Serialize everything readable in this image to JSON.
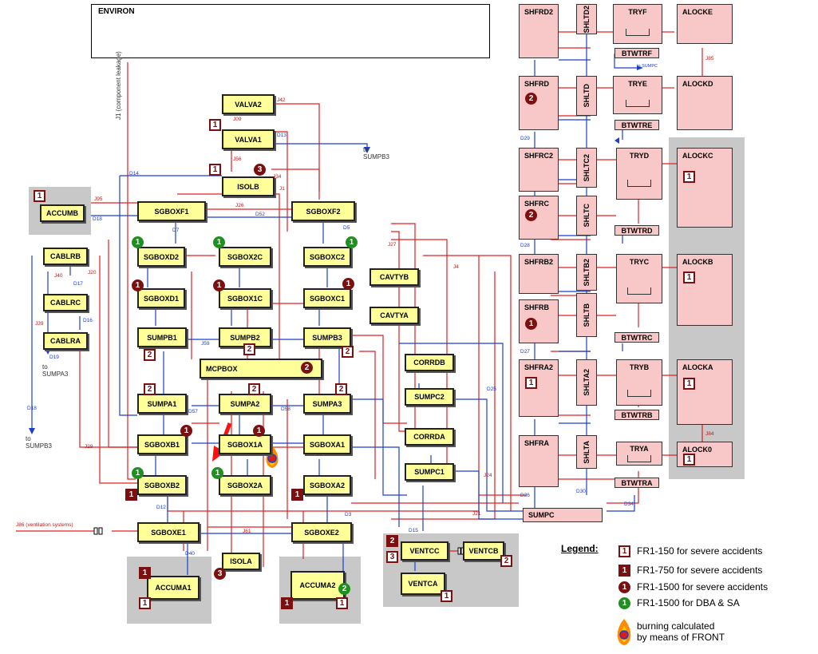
{
  "environ": "ENVIRON",
  "labels": {
    "to_sumpb3": "to\nSUMPB3",
    "to_sumpa3": "to\nSUMPA3",
    "to_sumpb3_b": "to\nSUMPB3",
    "component_leakage": "J1 (component leakage)",
    "ventilation": "J86 (ventilation systems)",
    "to_sumpc": "to SUMPC"
  },
  "nodes": [
    {
      "id": "VALVA2",
      "label": "VALVA2"
    },
    {
      "id": "VALVA1",
      "label": "VALVA1"
    },
    {
      "id": "ISOLB",
      "label": "ISOLB"
    },
    {
      "id": "ACCUMB",
      "label": "ACCUMB"
    },
    {
      "id": "SGBOXF1",
      "label": "SGBOXF1"
    },
    {
      "id": "SGBOXF2",
      "label": "SGBOXF2"
    },
    {
      "id": "SGBOXD2",
      "label": "SGBOXD2"
    },
    {
      "id": "SGBOX2C",
      "label": "SGBOX2C"
    },
    {
      "id": "SGBOXC2",
      "label": "SGBOXC2"
    },
    {
      "id": "CABLRB",
      "label": "CABLRB"
    },
    {
      "id": "CABLRC",
      "label": "CABLRC"
    },
    {
      "id": "CABLRA",
      "label": "CABLRA"
    },
    {
      "id": "CAVTYB",
      "label": "CAVTYB"
    },
    {
      "id": "CAVTYA",
      "label": "CAVTYA"
    },
    {
      "id": "SGBOXD1",
      "label": "SGBOXD1"
    },
    {
      "id": "SGBOX1C",
      "label": "SGBOX1C"
    },
    {
      "id": "SGBOXC1",
      "label": "SGBOXC1"
    },
    {
      "id": "SUMPB1",
      "label": "SUMPB1"
    },
    {
      "id": "SUMPB2",
      "label": "SUMPB2"
    },
    {
      "id": "SUMPB3",
      "label": "SUMPB3"
    },
    {
      "id": "MCPBOX",
      "label": "MCPBOX"
    },
    {
      "id": "CORRDB",
      "label": "CORRDB"
    },
    {
      "id": "SUMPA1",
      "label": "SUMPA1"
    },
    {
      "id": "SUMPA2",
      "label": "SUMPA2"
    },
    {
      "id": "SUMPA3",
      "label": "SUMPA3"
    },
    {
      "id": "SUMPC2",
      "label": "SUMPC2"
    },
    {
      "id": "SGBOXB1",
      "label": "SGBOXB1"
    },
    {
      "id": "SGBOX1A",
      "label": "SGBOX1A"
    },
    {
      "id": "SGBOXA1",
      "label": "SGBOXA1"
    },
    {
      "id": "CORRDA",
      "label": "CORRDA"
    },
    {
      "id": "SGBOXB2",
      "label": "SGBOXB2"
    },
    {
      "id": "SGBOX2A",
      "label": "SGBOX2A"
    },
    {
      "id": "SGBOXA2",
      "label": "SGBOXA2"
    },
    {
      "id": "SUMPC1",
      "label": "SUMPC1"
    },
    {
      "id": "SGBOXE1",
      "label": "SGBOXE1"
    },
    {
      "id": "SGBOXE2",
      "label": "SGBOXE2"
    },
    {
      "id": "ISOLA",
      "label": "ISOLA"
    },
    {
      "id": "ACCUMA1",
      "label": "ACCUMA1"
    },
    {
      "id": "ACCUMA2",
      "label": "ACCUMA2"
    },
    {
      "id": "VENTCC",
      "label": "VENTCC"
    },
    {
      "id": "VENTCB",
      "label": "VENTCB"
    },
    {
      "id": "VENTCA",
      "label": "VENTCA"
    }
  ],
  "right_nodes": [
    {
      "id": "SHFRD2",
      "label": "SHFRD2"
    },
    {
      "id": "SHLTD2",
      "label": "SHLTD2"
    },
    {
      "id": "TRYF",
      "label": "TRYF"
    },
    {
      "id": "ALOCKE",
      "label": "ALOCKE"
    },
    {
      "id": "BTWTRF",
      "label": "BTWTRF"
    },
    {
      "id": "SHFRD",
      "label": "SHFRD"
    },
    {
      "id": "SHLTD",
      "label": "SHLTD"
    },
    {
      "id": "TRYE",
      "label": "TRYE"
    },
    {
      "id": "ALOCKD",
      "label": "ALOCKD"
    },
    {
      "id": "BTWTRE",
      "label": "BTWTRE"
    },
    {
      "id": "SHFRC2",
      "label": "SHFRC2"
    },
    {
      "id": "SHLTC2",
      "label": "SHLTC2"
    },
    {
      "id": "TRYD",
      "label": "TRYD"
    },
    {
      "id": "ALOCKC",
      "label": "ALOCKC"
    },
    {
      "id": "SHFRC",
      "label": "SHFRC"
    },
    {
      "id": "SHLTC",
      "label": "SHLTC"
    },
    {
      "id": "BTWTRD",
      "label": "BTWTRD"
    },
    {
      "id": "SHFRB2",
      "label": "SHFRB2"
    },
    {
      "id": "SHLTB2",
      "label": "SHLTB2"
    },
    {
      "id": "TRYC",
      "label": "TRYC"
    },
    {
      "id": "ALOCKB",
      "label": "ALOCKB"
    },
    {
      "id": "SHFRB",
      "label": "SHFRB"
    },
    {
      "id": "SHLTB",
      "label": "SHLTB"
    },
    {
      "id": "BTWTRC",
      "label": "BTWTRC"
    },
    {
      "id": "SHFRA2",
      "label": "SHFRA2"
    },
    {
      "id": "SHLTA2",
      "label": "SHLTA2"
    },
    {
      "id": "TRYB",
      "label": "TRYB"
    },
    {
      "id": "ALOCKA",
      "label": "ALOCKA"
    },
    {
      "id": "BTWTRB",
      "label": "BTWTRB"
    },
    {
      "id": "SHFRA",
      "label": "SHFRA"
    },
    {
      "id": "SHLTA",
      "label": "SHLTA"
    },
    {
      "id": "TRYA",
      "label": "TRYA"
    },
    {
      "id": "ALOCK0",
      "label": "ALOCK0"
    },
    {
      "id": "BTWTRA",
      "label": "BTWTRA"
    },
    {
      "id": "SUMPC",
      "label": "SUMPC"
    }
  ],
  "badges": [
    {
      "type": "b1",
      "text": "1"
    },
    {
      "type": "b1",
      "text": "1"
    },
    {
      "type": "b3",
      "text": "3"
    },
    {
      "type": "b1",
      "text": "1"
    },
    {
      "type": "b4",
      "text": "1"
    },
    {
      "type": "b4",
      "text": "1"
    },
    {
      "type": "b4",
      "text": "1"
    },
    {
      "type": "b3",
      "text": "1"
    },
    {
      "type": "b3",
      "text": "1"
    },
    {
      "type": "b3",
      "text": "1"
    },
    {
      "type": "b1",
      "text": "2"
    },
    {
      "type": "b1",
      "text": "2"
    },
    {
      "type": "b1",
      "text": "2"
    },
    {
      "type": "b3",
      "text": "2"
    },
    {
      "type": "b1",
      "text": "2"
    },
    {
      "type": "b1",
      "text": "2"
    },
    {
      "type": "b1",
      "text": "2"
    },
    {
      "type": "b3",
      "text": "1"
    },
    {
      "type": "b3",
      "text": "1"
    },
    {
      "type": "b4",
      "text": "1"
    },
    {
      "type": "b4",
      "text": "1"
    },
    {
      "type": "b2",
      "text": "1"
    },
    {
      "type": "b2",
      "text": "1"
    },
    {
      "type": "b3",
      "text": "3"
    },
    {
      "type": "b2",
      "text": "1"
    },
    {
      "type": "b1",
      "text": "1"
    },
    {
      "type": "b2",
      "text": "1"
    },
    {
      "type": "b1",
      "text": "1"
    },
    {
      "type": "b4",
      "text": "2"
    },
    {
      "type": "b2",
      "text": "2"
    },
    {
      "type": "b1",
      "text": "3"
    },
    {
      "type": "b1",
      "text": "2"
    },
    {
      "type": "b1",
      "text": "1"
    },
    {
      "type": "b3",
      "text": "2"
    },
    {
      "type": "b3",
      "text": "2"
    },
    {
      "type": "b1",
      "text": "1"
    },
    {
      "type": "b1",
      "text": "1"
    },
    {
      "type": "b3",
      "text": "1"
    },
    {
      "type": "b1",
      "text": "1"
    },
    {
      "type": "b1",
      "text": "1"
    },
    {
      "type": "b1",
      "text": "1"
    }
  ],
  "port_labels": [
    {
      "t": "J95",
      "c": "r"
    },
    {
      "t": "D18",
      "c": "b"
    },
    {
      "t": "J42",
      "c": "r"
    },
    {
      "t": "J09",
      "c": "r"
    },
    {
      "t": "D13",
      "c": "b"
    },
    {
      "t": "J56",
      "c": "r"
    },
    {
      "t": "J34",
      "c": "r"
    },
    {
      "t": "J1",
      "c": "r"
    },
    {
      "t": "D14",
      "c": "b"
    },
    {
      "t": "J26",
      "c": "r"
    },
    {
      "t": "D52",
      "c": "b"
    },
    {
      "t": "D5",
      "c": "b"
    },
    {
      "t": "D7",
      "c": "b"
    },
    {
      "t": "J20",
      "c": "r"
    },
    {
      "t": "D17",
      "c": "b"
    },
    {
      "t": "J40",
      "c": "r"
    },
    {
      "t": "D16",
      "c": "b"
    },
    {
      "t": "J39",
      "c": "r"
    },
    {
      "t": "D19",
      "c": "b"
    },
    {
      "t": "D18",
      "c": "b"
    },
    {
      "t": "D29",
      "c": "b"
    },
    {
      "t": "D28",
      "c": "b"
    },
    {
      "t": "D27",
      "c": "b"
    },
    {
      "t": "D26",
      "c": "b"
    },
    {
      "t": "J85",
      "c": "r"
    },
    {
      "t": "J84",
      "c": "r"
    },
    {
      "t": "D34",
      "c": "b"
    },
    {
      "t": "D30",
      "c": "b"
    },
    {
      "t": "D25",
      "c": "b"
    },
    {
      "t": "J24",
      "c": "r"
    },
    {
      "t": "D15",
      "c": "b"
    },
    {
      "t": "J27",
      "c": "r"
    },
    {
      "t": "J4",
      "c": "r"
    },
    {
      "t": "J59",
      "c": "b"
    },
    {
      "t": "D58",
      "c": "b"
    },
    {
      "t": "D57",
      "c": "b"
    },
    {
      "t": "J29",
      "c": "r"
    },
    {
      "t": "D12",
      "c": "b"
    },
    {
      "t": "D40",
      "c": "b"
    },
    {
      "t": "J61",
      "c": "r"
    },
    {
      "t": "D3",
      "c": "b"
    },
    {
      "t": "J21",
      "c": "r"
    }
  ],
  "legend": {
    "title": "Legend:",
    "items": [
      {
        "type": "b1",
        "badge": "1",
        "text": "FR1-150 for severe accidents"
      },
      {
        "type": "b2",
        "badge": "1",
        "text": "FR1-750 for severe accidents"
      },
      {
        "type": "b3",
        "badge": "1",
        "text": "FR1-1500 for severe accidents"
      },
      {
        "type": "b4",
        "badge": "1",
        "text": "FR1-1500 for DBA & SA"
      }
    ],
    "fire_text": "burning calculated\nby means of FRONT"
  },
  "colors": {
    "node_fill": "#ffff99",
    "room_fill": "#f8c8c8",
    "gray_zone": "#c8c8c8",
    "red_line": "#e02020",
    "blue_line": "#1a3fd0",
    "badge_dark": "#7b1010",
    "badge_green": "#1f8f1f"
  }
}
